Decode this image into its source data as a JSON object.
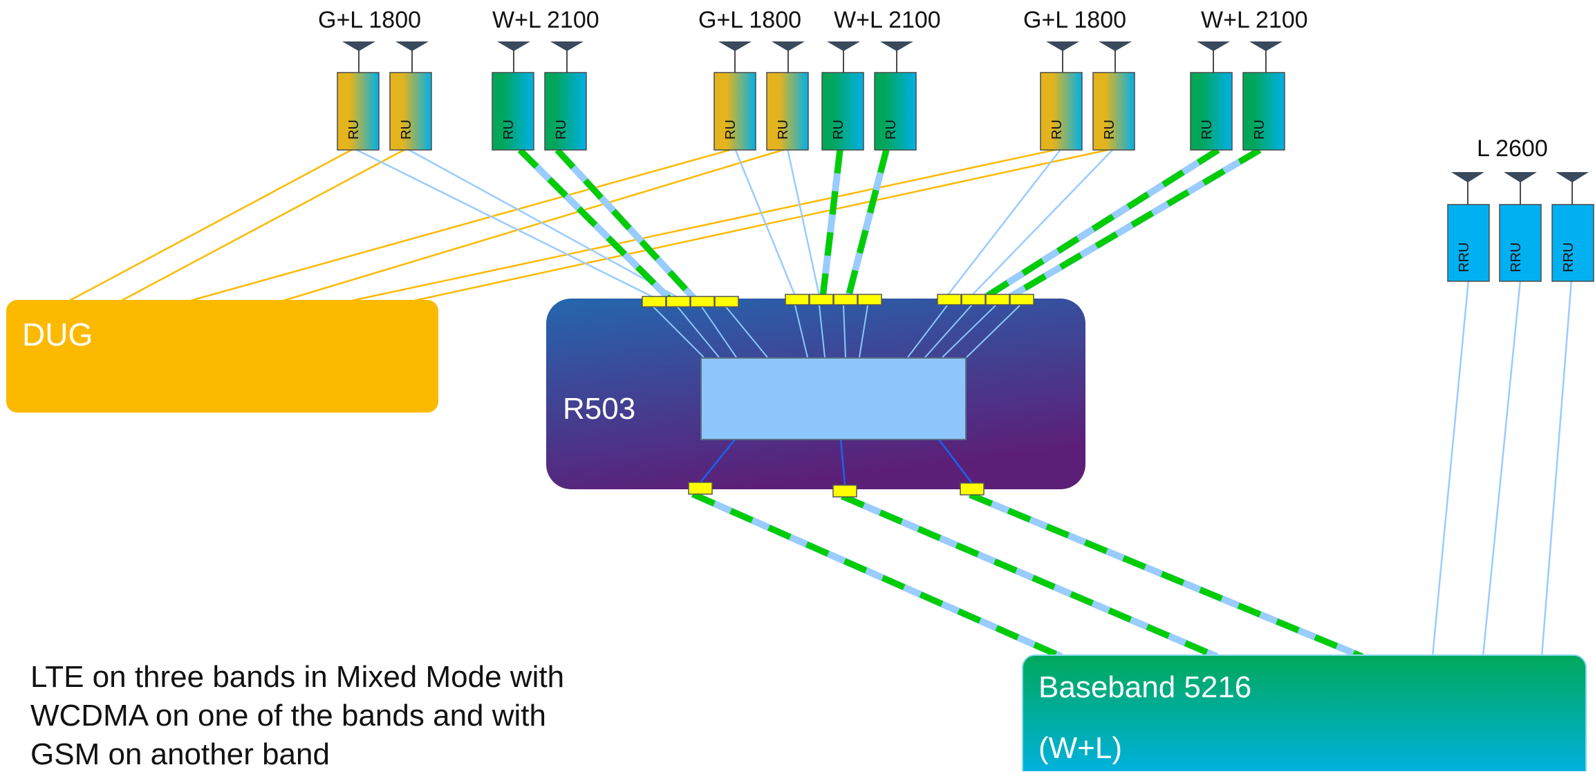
{
  "band_labels": [
    "G+L 1800",
    "W+L 2100",
    "G+L 1800",
    "W+L 2100",
    "G+L 1800",
    "W+L 2100",
    "L 2600"
  ],
  "ru_label": "RU",
  "rru_label": "RRU",
  "boxes": {
    "dug": "DUG",
    "r503": "R503",
    "baseband_title": "Baseband 5216",
    "baseband_sub": "(W+L)"
  },
  "description": [
    "LTE on three bands in Mixed Mode with",
    "WCDMA on one of the bands and with",
    "GSM on another band"
  ],
  "colors": {
    "dug": "#FBBA00",
    "r503_top": "#2566AE",
    "r503_bottom": "#5C1F78",
    "inner_panel": "#8EC6FB",
    "port": "#FFFF00",
    "baseband_top": "#00A85A",
    "baseband_bottom": "#00B2EB",
    "gsm_unit": "#E4B41E",
    "wcdma_unit": "#00A65A",
    "lte_unit": "#00B0E8",
    "rru": "#00B0F0",
    "cpri_dash": "#00CC00",
    "cpri_base": "#99CCFF",
    "thin_blue": "#99CCFF",
    "thin_orange": "#FBBA00",
    "antenna": "#3A4A5C"
  }
}
